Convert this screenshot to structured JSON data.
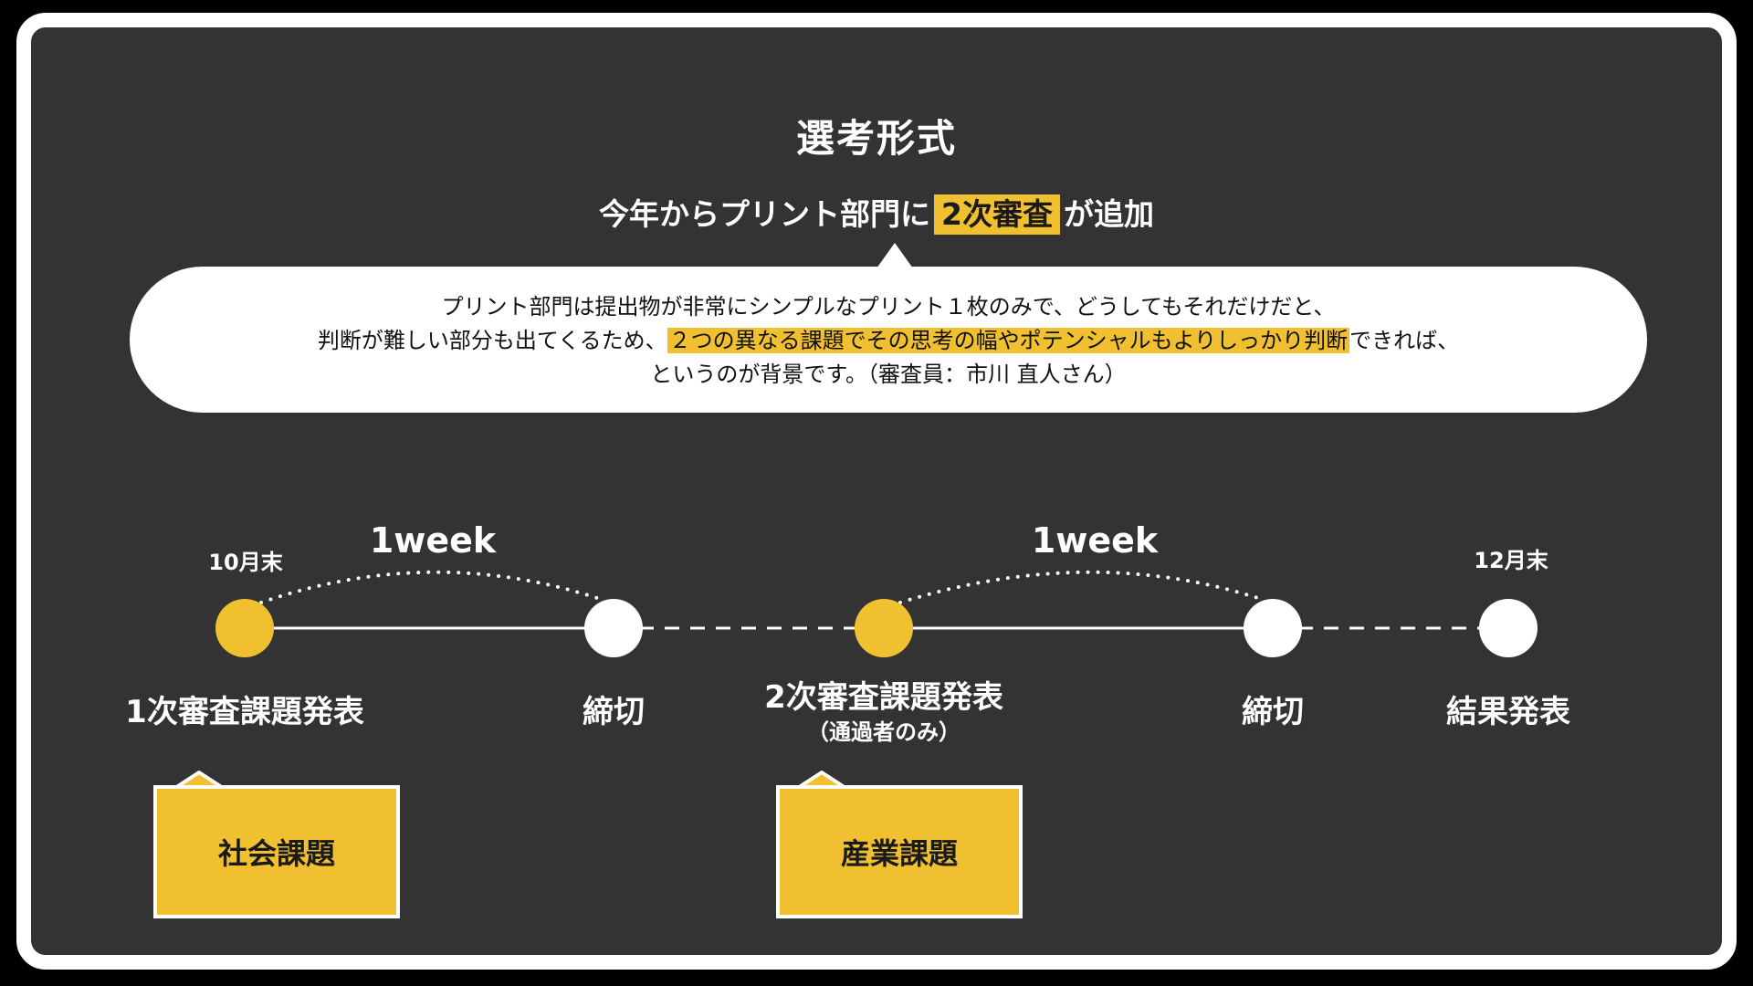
{
  "title": "選考形式",
  "subtitle": {
    "before": "今年からプリント部門に",
    "highlight": "2次審査",
    "after": "が追加"
  },
  "quote": {
    "line1": "プリント部門は提出物が非常にシンプルなプリント１枚のみで、どうしてもそれだけだと、",
    "line2_before": "判断が難しい部分も出てくるため、",
    "line2_highlight": "２つの異なる課題でその思考の幅やポテンシャルもよりしっかり判断",
    "line2_after": "できれば、",
    "line3": "というのが背景です。（審査員：市川 直人さん）"
  },
  "timeline": {
    "date_start": "10月末",
    "date_end": "12月末",
    "week_1": "1week",
    "week_2": "1week",
    "stages": {
      "first_announce": "1次審査課題発表",
      "deadline_1": "締切",
      "second_announce": "2次審査課題発表",
      "second_note": "（通過者のみ）",
      "deadline_2": "締切",
      "result": "結果発表"
    }
  },
  "tags": {
    "social": "社会課題",
    "industry": "産業課題"
  },
  "colors": {
    "background": "#333333",
    "accent": "#f0c030",
    "frame": "#ffffff"
  }
}
